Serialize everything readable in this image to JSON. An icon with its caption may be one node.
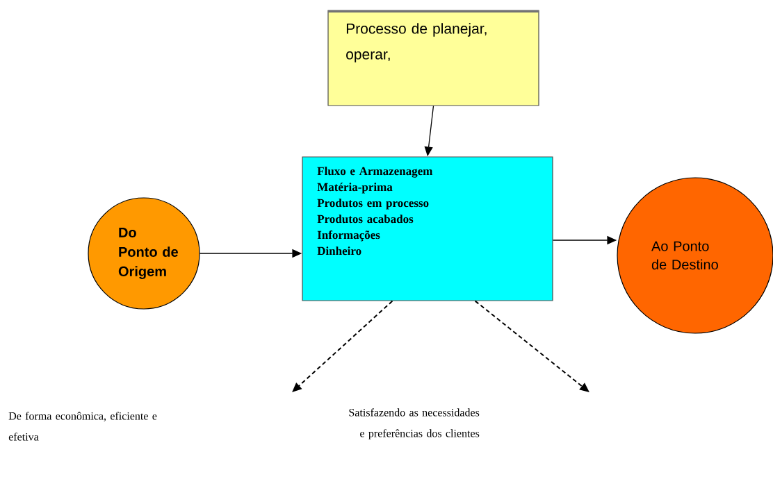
{
  "diagram": {
    "nodes": [
      {
        "text": [
          "Processo de planejar, operar,"
        ]
      },
      {
        "text": [
          "Do Ponto de Origem"
        ]
      },
      {
        "text": [
          "Fluxo e Armazenagem",
          "Matéria-prima",
          "Produtos em processo",
          "Produtos acabados",
          "Informações",
          "Dinheiro"
        ]
      },
      {
        "text": [
          "Ao Ponto de Destino"
        ]
      }
    ],
    "edges": [
      {
        "from": 0,
        "to": 2,
        "arrow": "to"
      },
      {
        "from": 1,
        "to": 2,
        "arrow": "to"
      },
      {
        "from": 2,
        "to": 3,
        "arrow": "to"
      },
      {
        "from": 2,
        "to": null,
        "arrow": "to",
        "style": "dashed"
      },
      {
        "from": 2,
        "to": null,
        "arrow": "to",
        "style": "dashed"
      }
    ],
    "labels": [
      "De forma econômica, eficiente e efetiva",
      "Satisfazendo as necessidades e preferências dos clientes"
    ]
  }
}
